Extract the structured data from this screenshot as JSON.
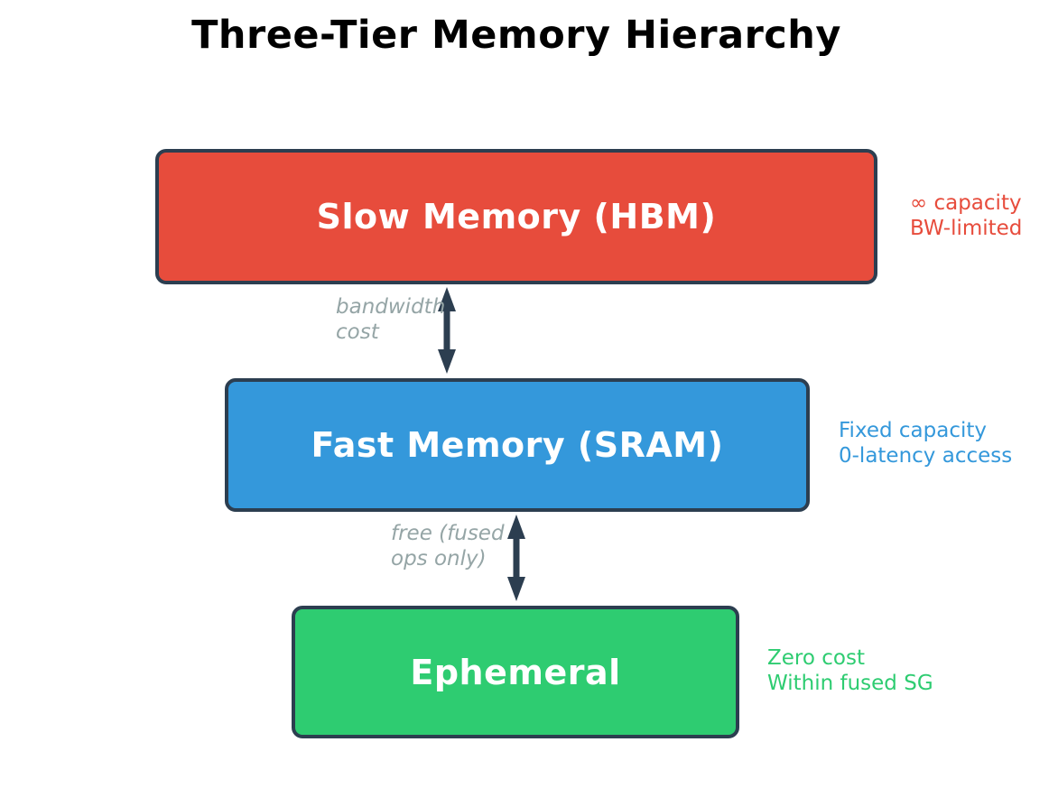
{
  "title": "Three-Tier Memory Hierarchy",
  "tiers": [
    {
      "id": "slow-memory",
      "label": "Slow Memory (HBM)",
      "annotation": "∞ capacity\nBW-limited",
      "fill_color": "#e74c3c"
    },
    {
      "id": "fast-memory",
      "label": "Fast Memory (SRAM)",
      "annotation": "Fixed capacity\n0-latency access",
      "fill_color": "#3498db"
    },
    {
      "id": "ephemeral",
      "label": "Ephemeral",
      "annotation": "Zero cost\nWithin fused SG",
      "fill_color": "#2ecc71"
    }
  ],
  "arrows": [
    {
      "id": "hbm-sram",
      "label": "bandwidth\ncost"
    },
    {
      "id": "sram-ephemeral",
      "label": "free (fused\nops only)"
    }
  ],
  "colors": {
    "outline": "#2c3e50",
    "arrow": "#2c3e50",
    "edge_label_text": "#95a5a6",
    "title_text": "#000000",
    "box_label_text": "#ffffff"
  }
}
